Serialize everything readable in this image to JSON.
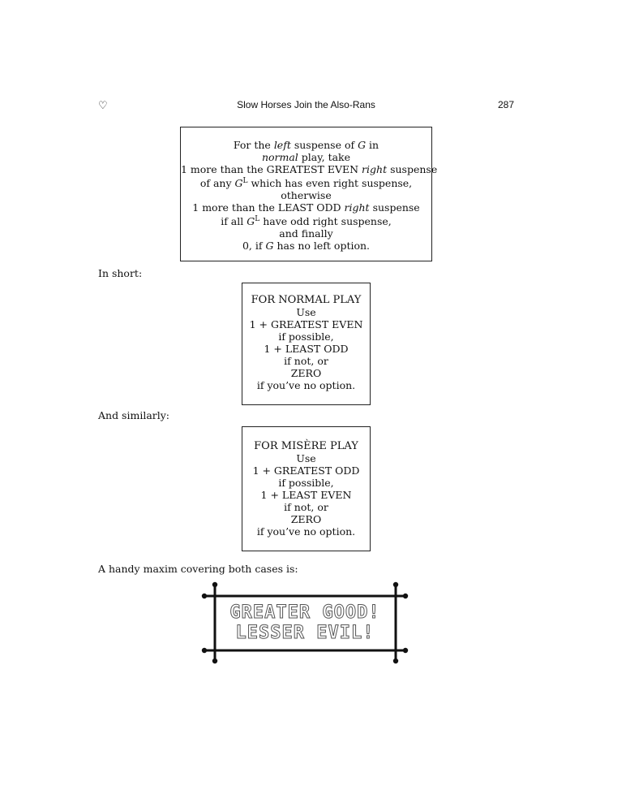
{
  "header": {
    "suit_symbol": "♡",
    "running_title": "Slow Horses Join the Also-Rans",
    "page_number": "287"
  },
  "box1": {
    "lines": [
      [
        "For the ",
        {
          "i": "left"
        },
        " suspense of ",
        {
          "i": "G"
        },
        " in"
      ],
      [
        {
          "i": "normal"
        },
        " play, take"
      ],
      [
        "1 more than the GREATEST EVEN ",
        {
          "i": "right"
        },
        " suspense"
      ],
      [
        "of any ",
        {
          "i": "G"
        },
        {
          "sup": "L"
        },
        " which has even right suspense,"
      ],
      [
        "otherwise"
      ],
      [
        "1 more than the LEAST ODD ",
        {
          "i": "right"
        },
        " suspense"
      ],
      [
        "if all ",
        {
          "i": "G"
        },
        {
          "sup": "L"
        },
        " have odd right suspense,"
      ],
      [
        "and finally"
      ],
      [
        "0, if ",
        {
          "i": "G"
        },
        " has no left option."
      ]
    ]
  },
  "para1": "In short:",
  "box2": {
    "heading": "FOR NORMAL PLAY",
    "lines": [
      "Use",
      "1 + GREATEST EVEN",
      "if possible,",
      "1 + LEAST ODD",
      "if not, or",
      "ZERO",
      "if you’ve no option."
    ]
  },
  "para2": "And similarly:",
  "box3": {
    "heading": "FOR MISÈRE PLAY",
    "lines": [
      "Use",
      "1 + GREATEST ODD",
      "if possible,",
      "1 + LEAST EVEN",
      "if not, or",
      "ZERO",
      "if you’ve no option."
    ]
  },
  "para3": "A handy maxim covering both cases is:",
  "maxim": {
    "line1": "GREATER GOOD!",
    "line2": "LESSER EVIL!"
  }
}
